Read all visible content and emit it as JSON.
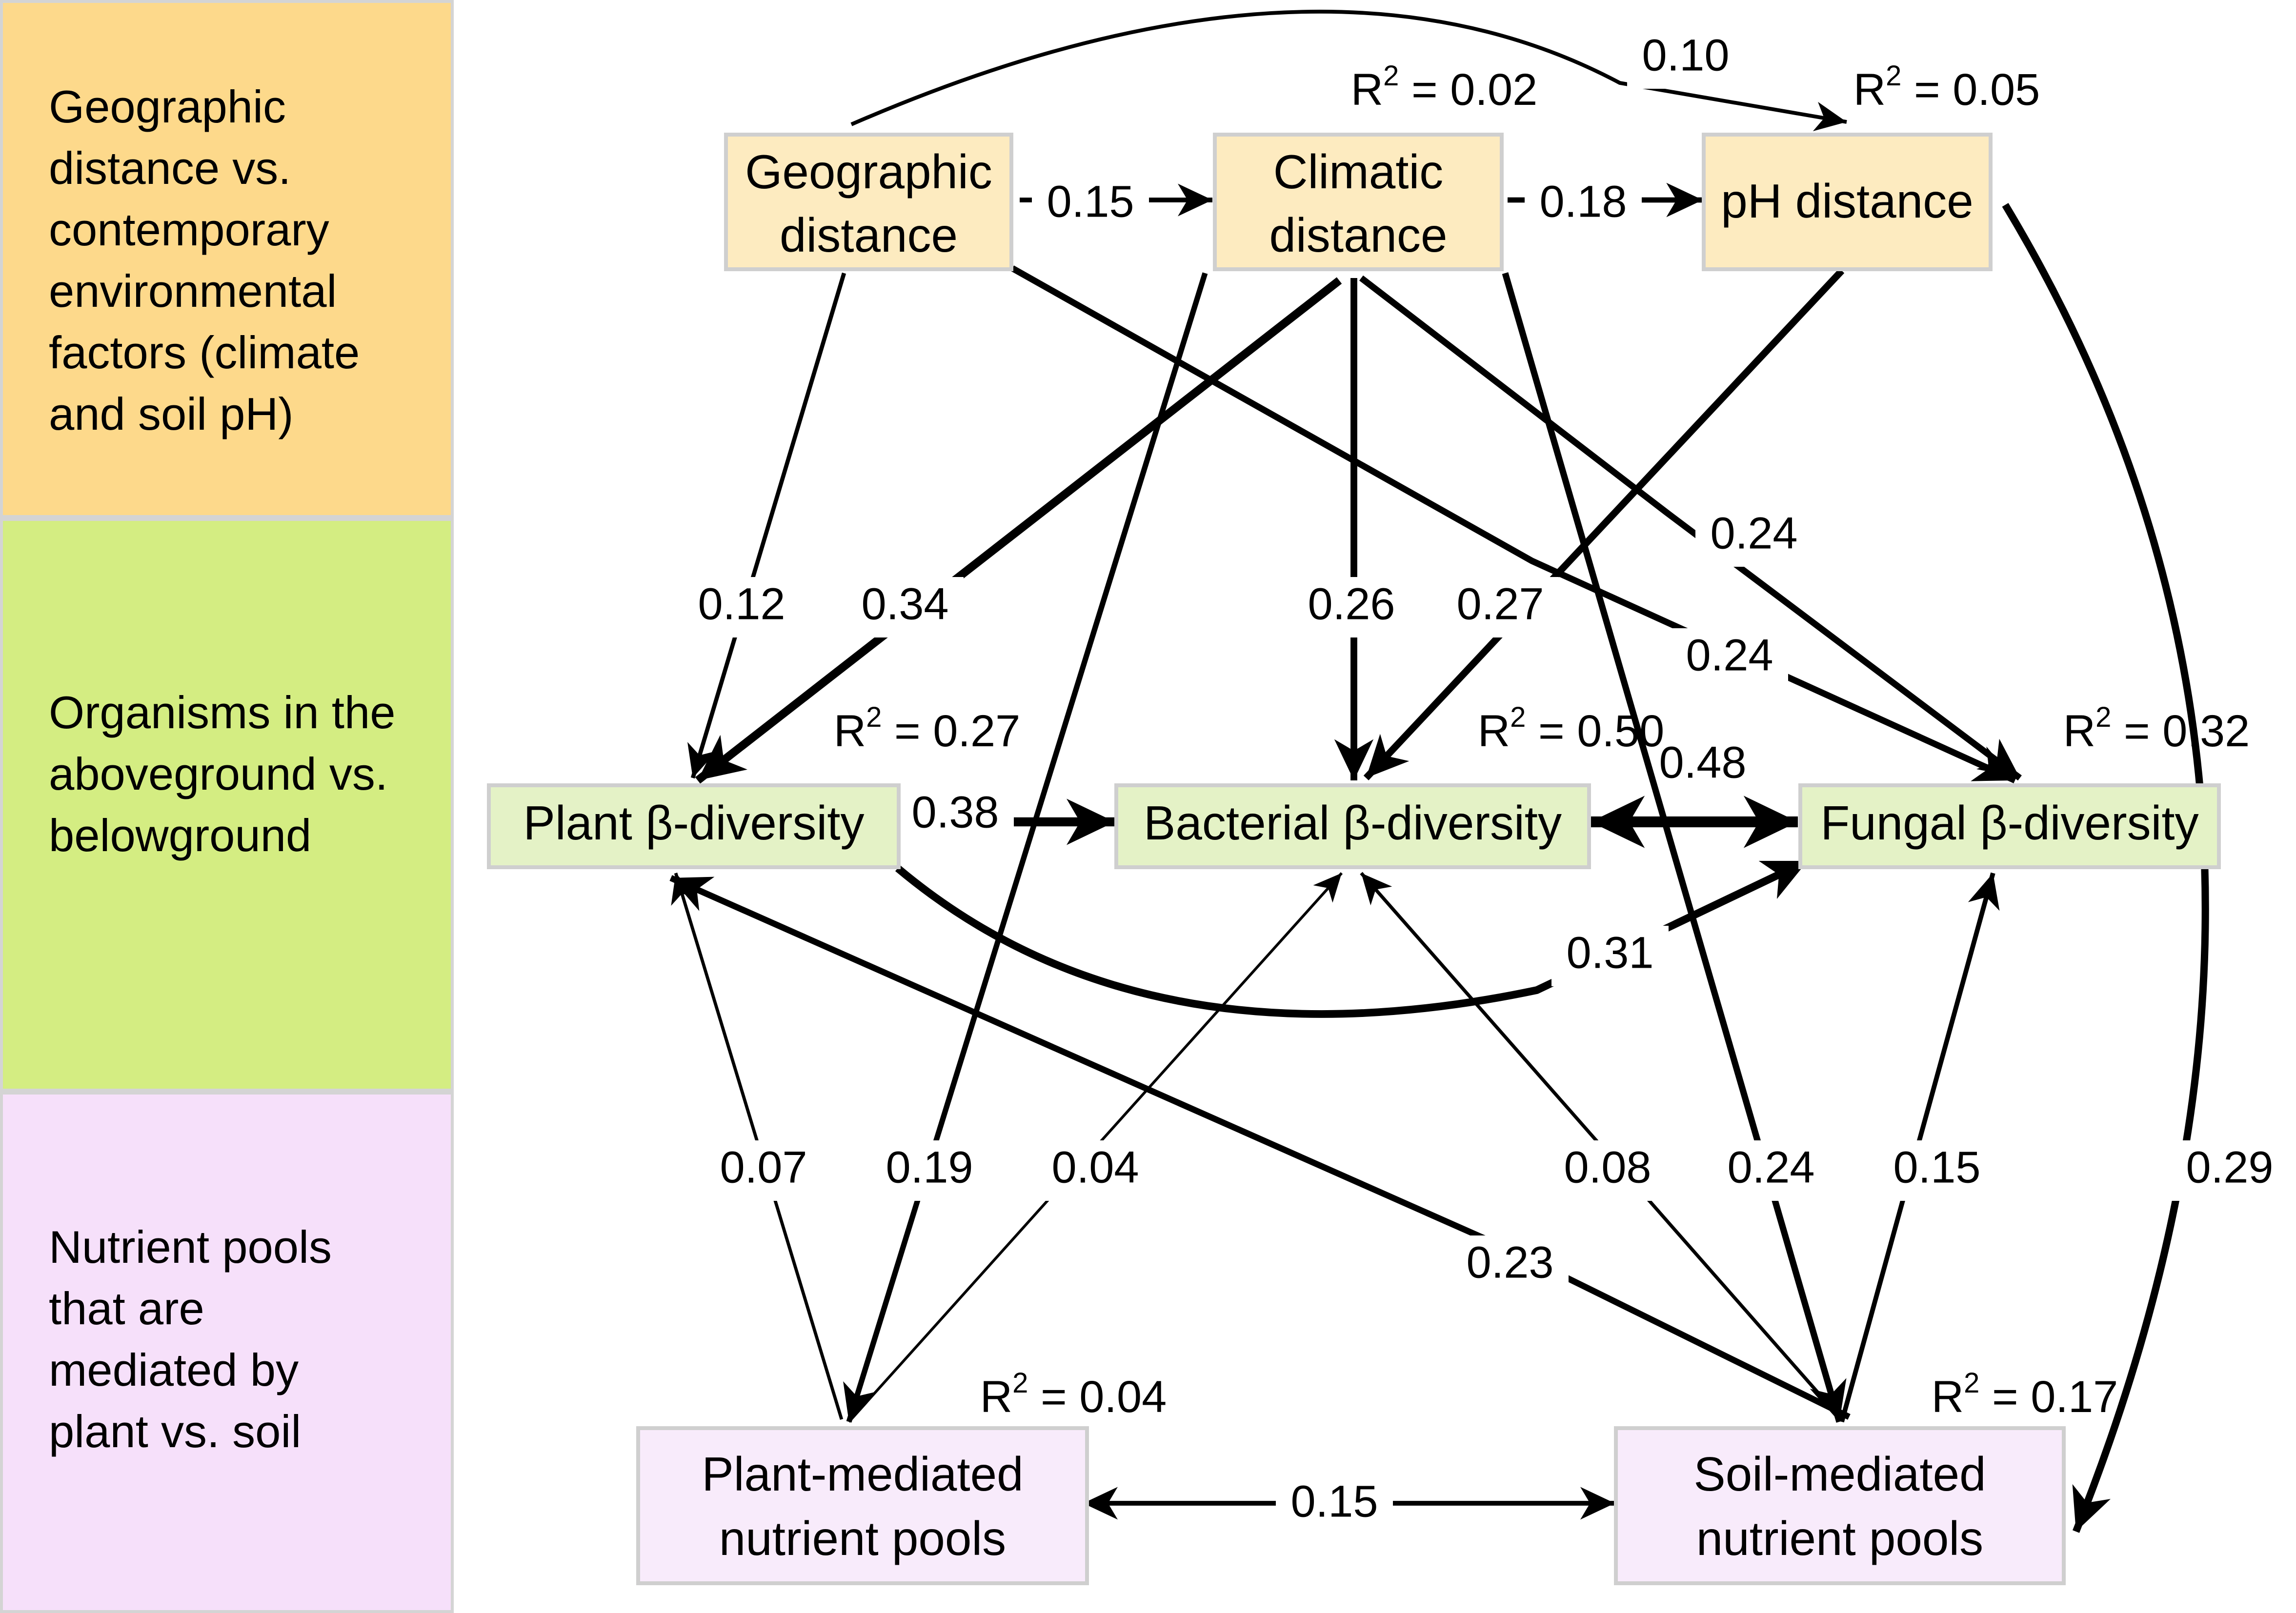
{
  "levels": [
    {
      "id": "geo",
      "text": "Geographic\ndistance vs.\ncontemporary\nenvironmental\nfactors (climate\nand soil pH)",
      "color": "#fdd98b"
    },
    {
      "id": "org",
      "text": "Organisms in the\naboveground vs.\nbelowground",
      "color": "#d4ed82"
    },
    {
      "id": "nut",
      "text": "Nutrient pools\nthat are\nmediated by\nplant vs. soil",
      "color": "#f6e0fa"
    }
  ],
  "nodes": [
    {
      "id": "geo",
      "lines": [
        "Geographic",
        "distance"
      ],
      "fill": "#fdebc0",
      "r2": ""
    },
    {
      "id": "clim",
      "lines": [
        "Climatic",
        "distance"
      ],
      "fill": "#fdebc0",
      "r2": "0.02"
    },
    {
      "id": "ph",
      "lines": [
        "pH distance"
      ],
      "fill": "#fdebc0",
      "r2": "0.05"
    },
    {
      "id": "plant",
      "lines": [
        "Plant β-diversity"
      ],
      "fill": "#e4f2c6",
      "r2": "0.27"
    },
    {
      "id": "bact",
      "lines": [
        "Bacterial β-diversity"
      ],
      "fill": "#e4f2c6",
      "r2": "0.50"
    },
    {
      "id": "fung",
      "lines": [
        "Fungal β-diversity"
      ],
      "fill": "#e4f2c6",
      "r2": "0.32"
    },
    {
      "id": "pnut",
      "lines": [
        "Plant-mediated",
        "nutrient pools"
      ],
      "fill": "#f8ebfb",
      "r2": "0.04"
    },
    {
      "id": "snut",
      "lines": [
        "Soil-mediated",
        "nutrient pools"
      ],
      "fill": "#f8ebfb",
      "r2": "0.17"
    }
  ],
  "r2_prefix": "R",
  "r2_sup": "2",
  "r2_eq": " = ",
  "edges": [
    {
      "id": "geo-ph",
      "label": "0.10",
      "weight": 0.1
    },
    {
      "id": "geo-clim",
      "label": "0.15",
      "weight": 0.15
    },
    {
      "id": "clim-ph",
      "label": "0.18",
      "weight": 0.18
    },
    {
      "id": "geo-plant",
      "label": "0.12",
      "weight": 0.12
    },
    {
      "id": "clim-plant",
      "label": "0.34",
      "weight": 0.34
    },
    {
      "id": "clim-bact",
      "label": "0.26",
      "weight": 0.26
    },
    {
      "id": "ph-bact",
      "label": "0.27",
      "weight": 0.27
    },
    {
      "id": "clim-fung",
      "label": "0.24",
      "weight": 0.24
    },
    {
      "id": "geo-fung",
      "label": "0.24",
      "weight": 0.24
    },
    {
      "id": "plant-bact",
      "label": "0.38",
      "weight": 0.38
    },
    {
      "id": "bact-fung",
      "label": "0.48",
      "weight": 0.48
    },
    {
      "id": "plant-fung",
      "label": "0.31",
      "weight": 0.31
    },
    {
      "id": "pnut-plant",
      "label": "0.07",
      "weight": 0.07
    },
    {
      "id": "clim-pnut",
      "label": "0.19",
      "weight": 0.19
    },
    {
      "id": "pnut-bact",
      "label": "0.04",
      "weight": 0.04
    },
    {
      "id": "snut-bact",
      "label": "0.08",
      "weight": 0.08
    },
    {
      "id": "clim-snut",
      "label": "0.24",
      "weight": 0.24
    },
    {
      "id": "snut-fung",
      "label": "0.15",
      "weight": 0.15
    },
    {
      "id": "ph-snut",
      "label": "0.29",
      "weight": 0.29
    },
    {
      "id": "snut-plant",
      "label": "0.23",
      "weight": 0.23
    },
    {
      "id": "pnut-snut",
      "label": "0.15",
      "weight": 0.15
    }
  ]
}
